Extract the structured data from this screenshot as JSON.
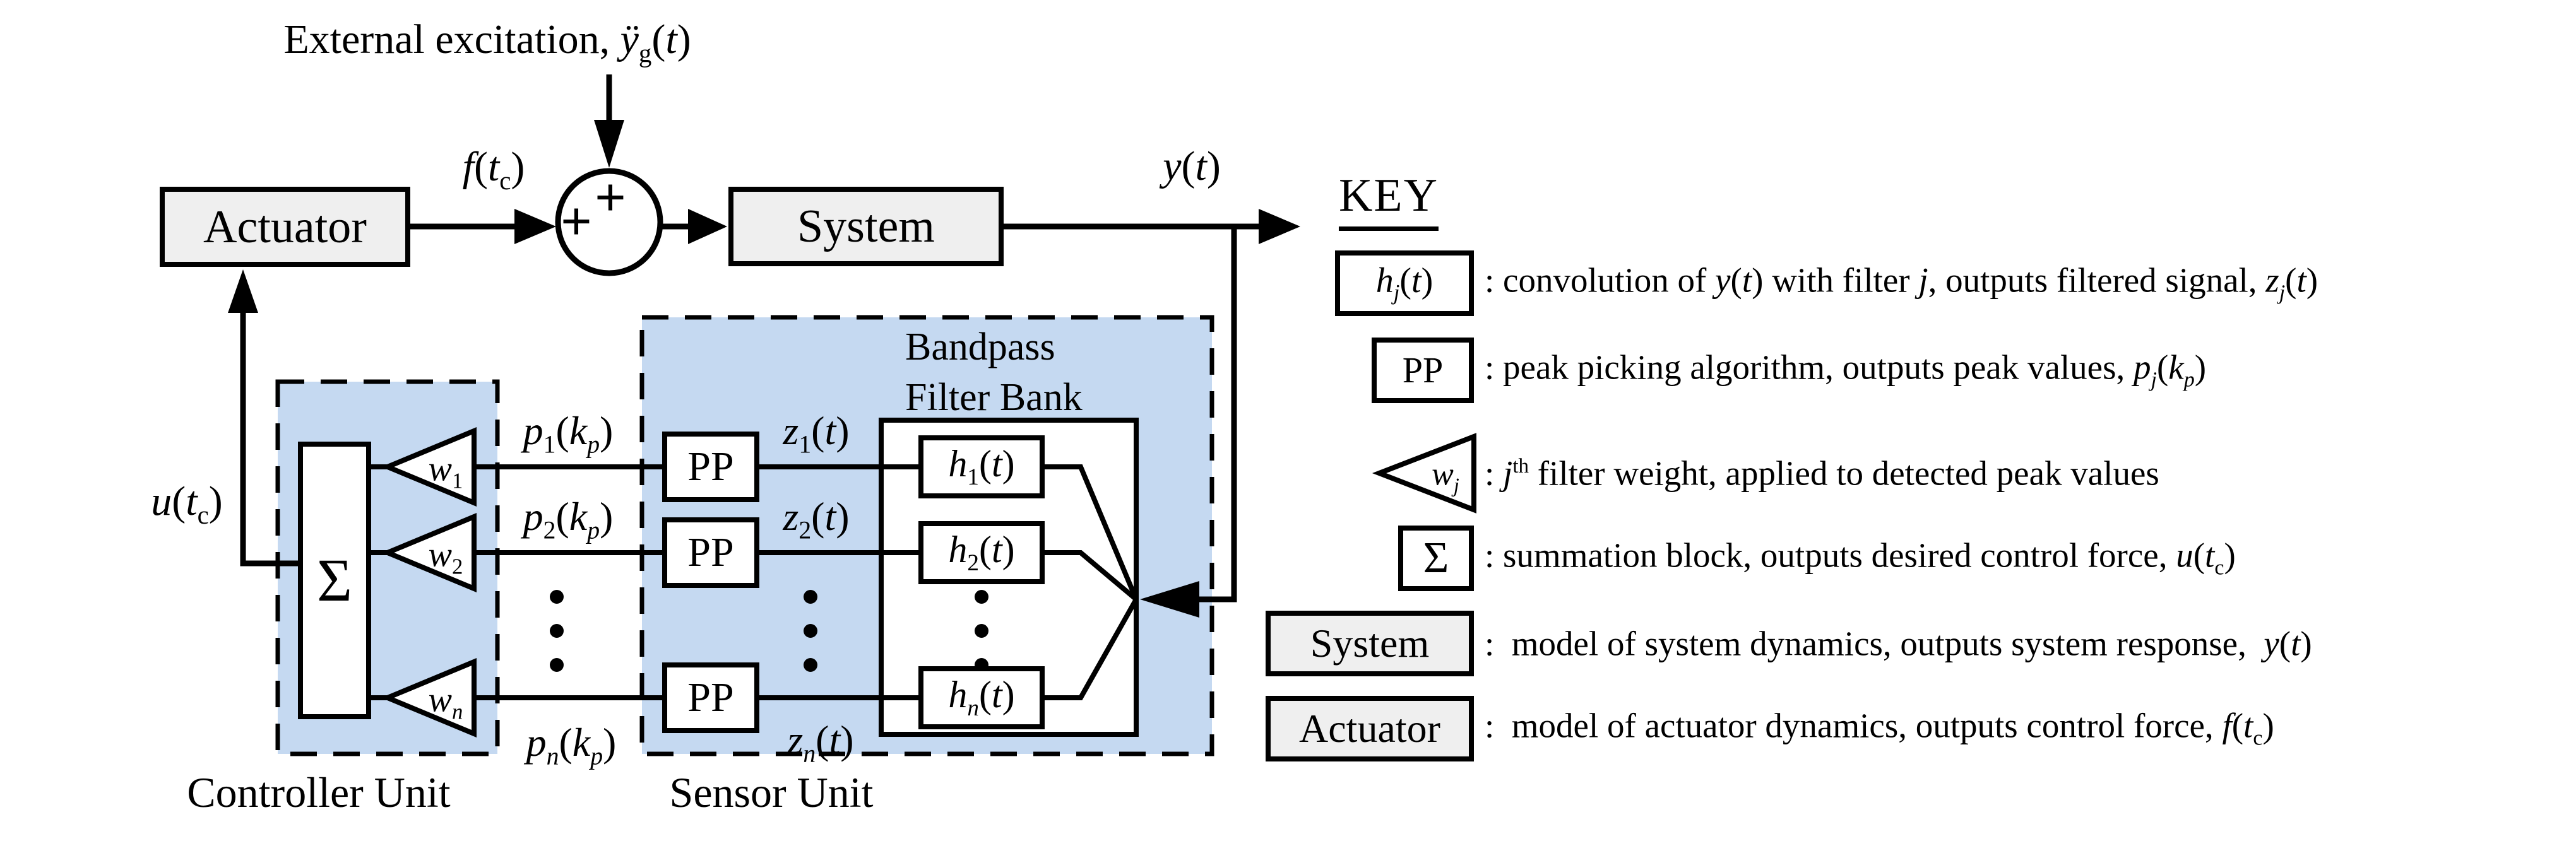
{
  "figure": {
    "title_html": "External excitation, <i>ÿ</i><sub>g</sub>(<i>t</i>)",
    "blocks": {
      "actuator": "Actuator",
      "system": "System",
      "summation": "Σ",
      "pp": "PP",
      "h1_html": "<i>h</i><sub>1</sub>(<i>t</i>)",
      "h2_html": "<i>h</i><sub>2</sub>(<i>t</i>)",
      "hn_html": "<i>h</i><sub><i>n</i></sub>(<i>t</i>)"
    },
    "summing_junction": {
      "plus_top": "+",
      "plus_left": "+"
    },
    "signals": {
      "f_html": "<i>f</i>(<i>t</i><sub>c</sub>)",
      "y_html": "<i>y</i>(<i>t</i>)",
      "u_html": "<i>u</i>(<i>t</i><sub>c</sub>)",
      "p1_html": "<i>p</i><sub>1</sub>(<i>k</i><sub><i>p</i></sub>)",
      "p2_html": "<i>p</i><sub>2</sub>(<i>k</i><sub><i>p</i></sub>)",
      "pn_html": "<i>p</i><sub><i>n</i></sub>(<i>k</i><sub><i>p</i></sub>)",
      "z1_html": "<i>z</i><sub>1</sub>(<i>t</i>)",
      "z2_html": "<i>z</i><sub>2</sub>(<i>t</i>)",
      "zn_html": "<i>z</i><sub><i>n</i></sub>(<i>t</i>)",
      "w1_html": "<i>w</i><sub>1</sub>",
      "w2_html": "<i>w</i><sub>2</sub>",
      "wn_html": "<i>w</i><sub><i>n</i></sub>"
    },
    "units": {
      "controller_label": "Controller Unit",
      "sensor_label": "Sensor Unit",
      "bank_label_line1": "Bandpass",
      "bank_label_line2": "Filter Bank"
    }
  },
  "key": {
    "heading": "KEY",
    "entries": [
      {
        "symbol_html": "<i>h</i><sub><i>j</i></sub>(<i>t</i>)",
        "desc_html": ": convolution of <i>y</i>(<i>t</i>) with filter <i>j</i>, outputs filtered signal, <i>z</i><sub><i>j</i></sub>(<i>t</i>)"
      },
      {
        "symbol_html": "PP",
        "desc_html": ": peak picking algorithm, outputs peak values, <i>p</i><sub><i>j</i></sub>(<i>k</i><sub><i>p</i></sub>)"
      },
      {
        "symbol_html": "<i>w</i><sub><i>j</i></sub>",
        "desc_html": ": <i>j</i><sup>th</sup> filter weight, applied to detected peak values"
      },
      {
        "symbol_html": "Σ",
        "desc_html": ": summation block, outputs desired control force, <i>u</i>(<i>t</i><sub>c</sub>)"
      },
      {
        "symbol_html": "System",
        "desc_html": ":&nbsp; model of system dynamics, outputs system response,&nbsp; <i>y</i>(<i>t</i>)"
      },
      {
        "symbol_html": "Actuator",
        "desc_html": ":&nbsp; model of actuator dynamics, outputs control force, <i>f</i>(<i>t</i><sub>c</sub>)"
      }
    ]
  },
  "colors": {
    "unit_fill": "#c5d9f1",
    "block_fill": "#efefef",
    "line": "#000000",
    "background": "#ffffff"
  }
}
